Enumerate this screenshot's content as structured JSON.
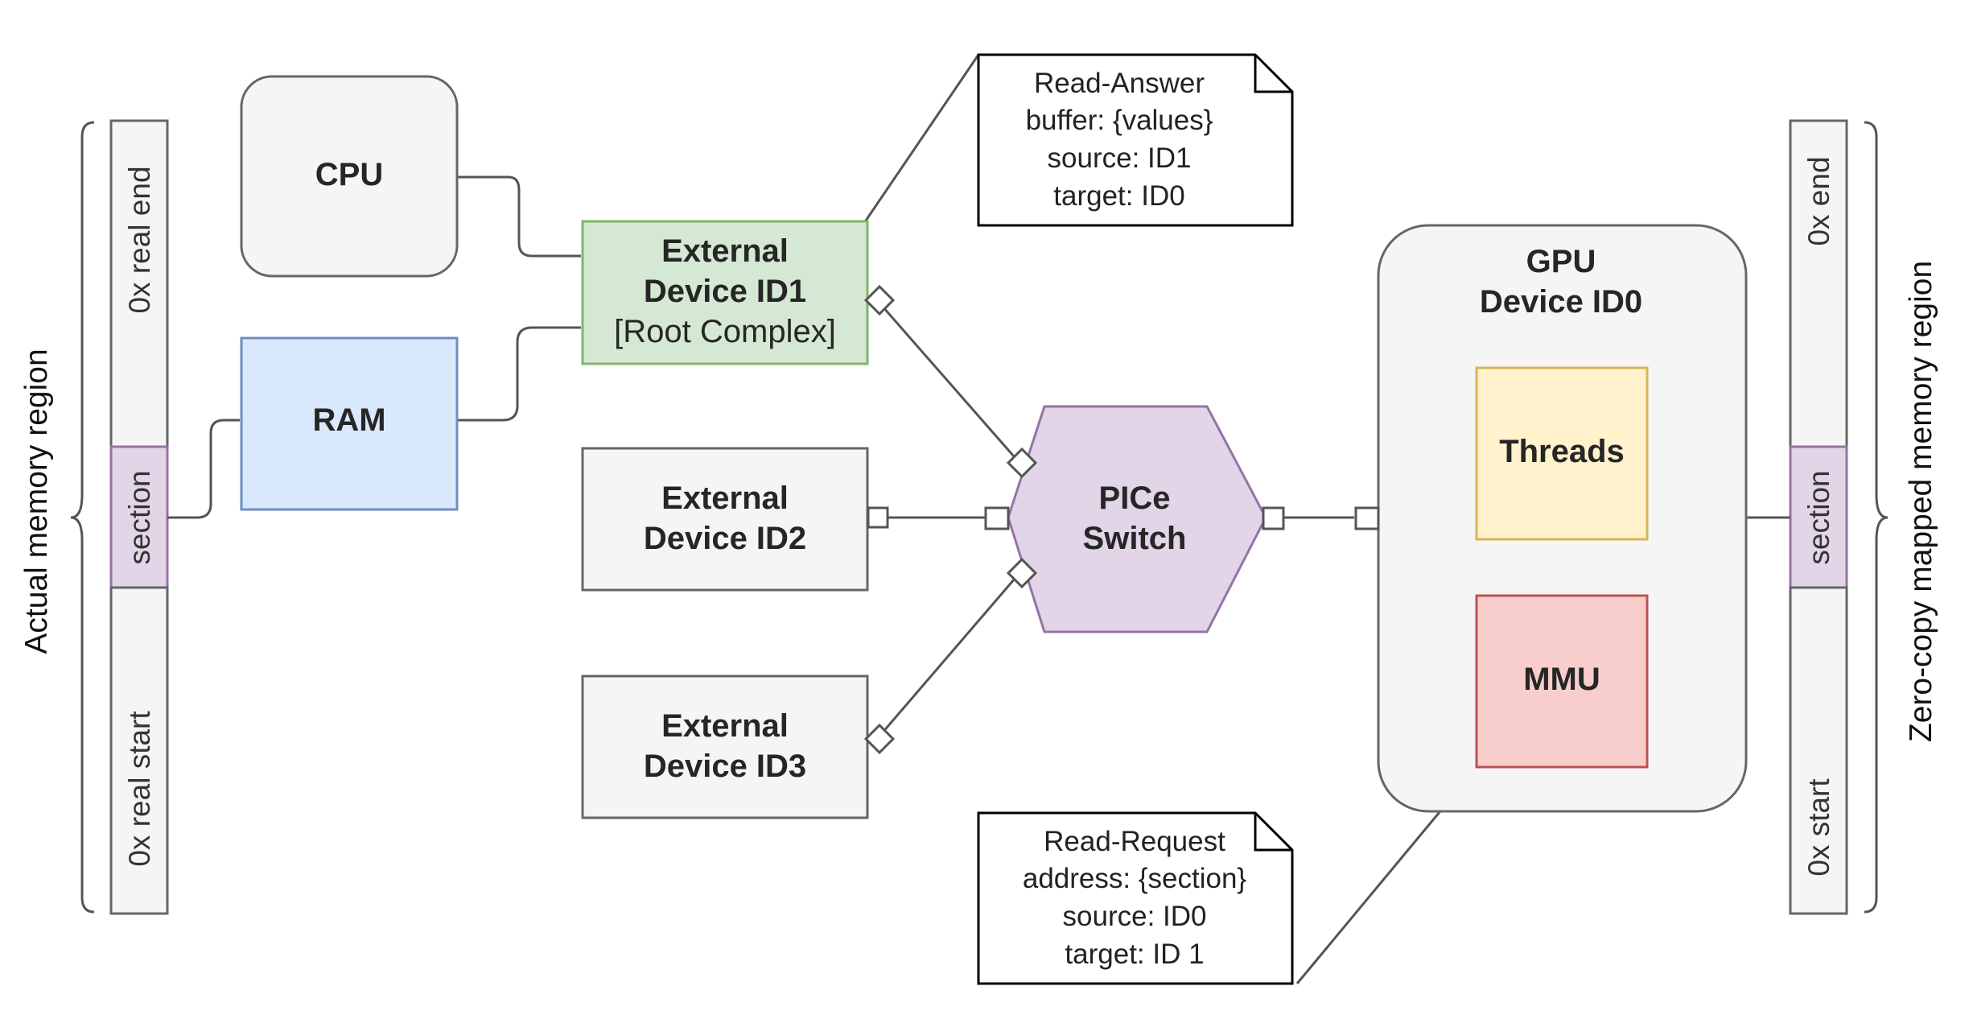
{
  "left_memory": {
    "region_label": "Actual memory region",
    "end_label": "0x real end",
    "section_label": "section",
    "start_label": "0x real start"
  },
  "right_memory": {
    "region_label": "Zero-copy mapped memory region",
    "end_label": "0x end",
    "section_label": "section",
    "start_label": "0x start"
  },
  "cpu": {
    "label": "CPU"
  },
  "ram": {
    "label": "RAM"
  },
  "device1": {
    "line1": "External",
    "line2": "Device ID1",
    "line3": "[Root Complex]"
  },
  "device2": {
    "line1": "External",
    "line2": "Device ID2"
  },
  "device3": {
    "line1": "External",
    "line2": "Device ID3"
  },
  "switch": {
    "line1": "PICe",
    "line2": "Switch"
  },
  "gpu": {
    "line1": "GPU",
    "line2": "Device ID0"
  },
  "threads": {
    "label": "Threads"
  },
  "mmu": {
    "label": "MMU"
  },
  "answer_note": {
    "lines": [
      "Read-Answer",
      "buffer: {values}",
      "source: ID1",
      "target: ID0"
    ]
  },
  "request_note": {
    "lines": [
      "Read-Request",
      "address: {section}",
      "source: ID0",
      "target: ID 1"
    ]
  },
  "colors": {
    "neutral_fill": "#f5f5f5",
    "neutral_stroke": "#666666",
    "ram_fill": "#dae8fc",
    "ram_stroke": "#6c8ebf",
    "device1_fill": "#d5e8d4",
    "device1_stroke": "#82b366",
    "switch_fill": "#e1d5e7",
    "switch_stroke": "#9673a6",
    "threads_fill": "#fff2cc",
    "threads_stroke": "#d6b656",
    "mmu_fill": "#f8cecc",
    "mmu_stroke": "#b85450"
  }
}
